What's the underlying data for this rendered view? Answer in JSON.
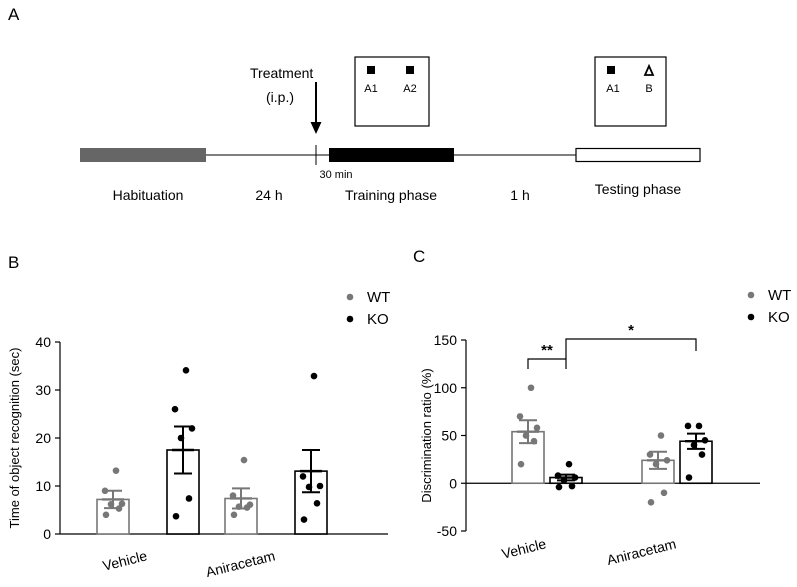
{
  "colors": {
    "wt": "#777777",
    "ko": "#000000",
    "habituation_bar": "#666666",
    "training_bar": "#000000"
  },
  "panels": {
    "a": "A",
    "b": "B",
    "c": "C"
  },
  "protocol": {
    "treatment_line1": "Treatment",
    "treatment_line2": "(i.p.)",
    "delay_before_training": "30 min",
    "training_box": {
      "object1": "A1",
      "object2": "A2"
    },
    "testing_box": {
      "object1": "A1",
      "object2": "B"
    },
    "phases": [
      "Habituation",
      "24 h",
      "Training phase",
      "1 h",
      "Testing phase"
    ]
  },
  "chart_data": [
    {
      "type": "bar",
      "panel": "B",
      "ylabel": "Time of object recognition (sec)",
      "xlabel": "",
      "ylim": [
        0,
        40
      ],
      "yticks": [
        0,
        10,
        20,
        30,
        40
      ],
      "categories": [
        "Vehicle",
        "Aniracetam"
      ],
      "legend": [
        "WT",
        "KO"
      ],
      "legend_position": "top-right",
      "series": [
        {
          "name": "WT",
          "values": [
            7.2,
            7.4
          ],
          "sem": [
            1.8,
            2.1
          ],
          "points": [
            [
              4.0,
              5.3,
              6.2,
              6.3,
              9.0,
              13.2
            ],
            [
              4.0,
              5.5,
              5.7,
              6.1,
              8.0,
              15.4
            ]
          ]
        },
        {
          "name": "KO",
          "values": [
            17.5,
            13.1
          ],
          "sem": [
            4.9,
            4.4
          ],
          "points": [
            [
              3.7,
              7.4,
              20.0,
              22.0,
              26.0,
              34.1
            ],
            [
              3.0,
              6.4,
              9.8,
              10.0,
              12.0,
              32.9
            ]
          ]
        }
      ]
    },
    {
      "type": "bar",
      "panel": "C",
      "ylabel": "Discrimination ratio (%)",
      "xlabel": "",
      "ylim": [
        -50,
        150
      ],
      "yticks": [
        -50,
        0,
        50,
        100,
        150
      ],
      "categories": [
        "Vehicle",
        "Aniracetam"
      ],
      "legend": [
        "WT",
        "KO"
      ],
      "legend_position": "top-right",
      "series": [
        {
          "name": "WT",
          "values": [
            54,
            24
          ],
          "sem": [
            12,
            9
          ],
          "points": [
            [
              20,
              44,
              50,
              58,
              70,
              100
            ],
            [
              -20,
              -10,
              20,
              24,
              30,
              50
            ]
          ]
        },
        {
          "name": "KO",
          "values": [
            6,
            44
          ],
          "sem": [
            3,
            8
          ],
          "points": [
            [
              -4,
              -3,
              3,
              6,
              8,
              20
            ],
            [
              6,
              30,
              40,
              45,
              60,
              60
            ]
          ]
        }
      ],
      "significance": [
        "**",
        "*"
      ]
    }
  ]
}
